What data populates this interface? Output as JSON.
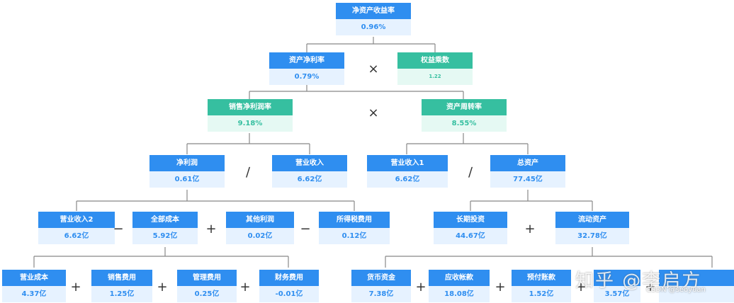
{
  "nodes": {
    "roe": {
      "title": "净资产收益率",
      "value": "0.96%"
    },
    "roa": {
      "title": "资产净利率",
      "value": "0.79%"
    },
    "equity_multiplier": {
      "title": "权益乘数",
      "value": "1.22"
    },
    "net_margin": {
      "title": "销售净利润率",
      "value": "9.18%"
    },
    "asset_turnover": {
      "title": "资产周转率",
      "value": "8.55%"
    },
    "net_profit": {
      "title": "净利润",
      "value": "0.61亿"
    },
    "revenue_a": {
      "title": "营业收入",
      "value": "6.62亿"
    },
    "revenue_b": {
      "title": "营业收入1",
      "value": "6.62亿"
    },
    "total_assets": {
      "title": "总资产",
      "value": "77.45亿"
    },
    "revenue_c": {
      "title": "营业收入2",
      "value": "6.62亿"
    },
    "total_cost": {
      "title": "全部成本",
      "value": "5.92亿"
    },
    "other_profit": {
      "title": "其他利润",
      "value": "0.02亿"
    },
    "income_tax": {
      "title": "所得税费用",
      "value": "0.12亿"
    },
    "long_term_inv": {
      "title": "长期投资",
      "value": "44.67亿"
    },
    "current_assets": {
      "title": "流动资产",
      "value": "32.78亿"
    },
    "operating_cost": {
      "title": "营业成本",
      "value": "4.37亿"
    },
    "selling_exp": {
      "title": "销售费用",
      "value": "1.25亿"
    },
    "admin_exp": {
      "title": "管理费用",
      "value": "0.25亿"
    },
    "finance_exp": {
      "title": "财务费用",
      "value": "-0.01亿"
    },
    "cash": {
      "title": "货币资金",
      "value": "7.38亿"
    },
    "receivables": {
      "title": "应收帐款",
      "value": "18.08亿"
    },
    "prepayments": {
      "title": "预付账款",
      "value": "1.52亿"
    },
    "other_asset": {
      "title": "",
      "value": "3.57亿"
    }
  },
  "operators": {
    "multiply": "×",
    "divide": "∕",
    "plus": "+",
    "minus": "−"
  },
  "watermark": {
    "zhihu": "知乎 @李启方",
    "csdn": "CSDN @seoyuan"
  },
  "colors": {
    "blue": "#2f8ef0",
    "green": "#36bfa0",
    "blue_light": "#e6f2ff",
    "green_light": "#e5f9f3"
  }
}
